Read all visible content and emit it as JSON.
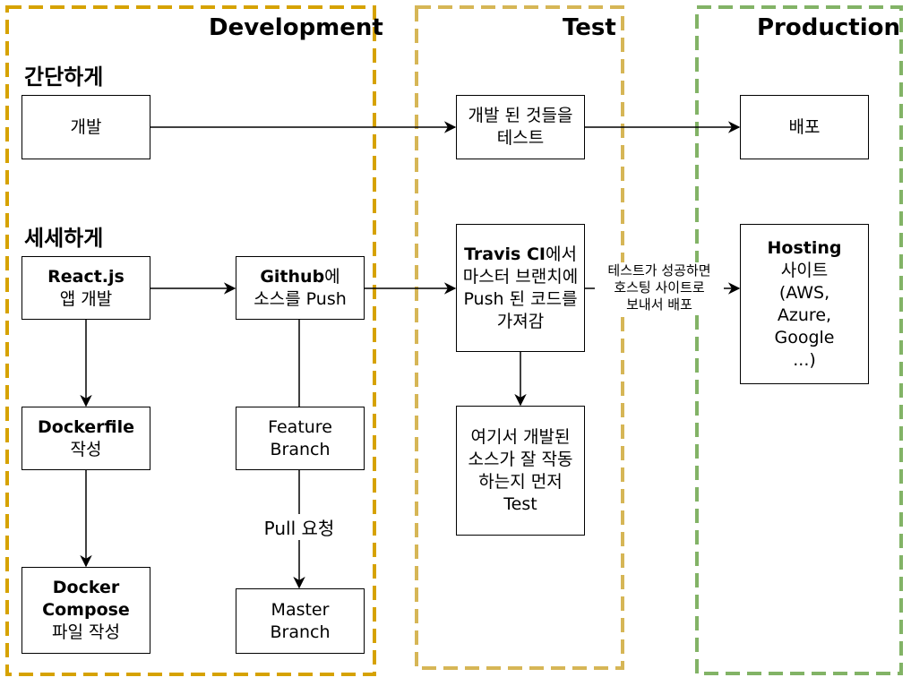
{
  "zones": {
    "development": {
      "title": "Development",
      "color": "#D6A200"
    },
    "test": {
      "title": "Test",
      "color": "#D6B656"
    },
    "production": {
      "title": "Production",
      "color": "#82B366"
    }
  },
  "sections": {
    "simple": "간단하게",
    "detailed": "세세하게"
  },
  "nodes": {
    "dev": {
      "line1": "개발"
    },
    "test_simple": {
      "line1": "개발 된 것들을",
      "line2": "테스트"
    },
    "deploy": {
      "line1": "배포"
    },
    "react": {
      "bold": "React.js",
      "line2": "앱 개발"
    },
    "github": {
      "bold": "Github",
      "suffix": "에",
      "line2": "소스를 Push"
    },
    "travis": {
      "bold": "Travis CI",
      "suffix": "에서",
      "line2": "마스터 브랜치에",
      "line3": "Push 된 코드를",
      "line4": "가져감"
    },
    "hosting": {
      "bold": "Hosting",
      "line2": "사이트",
      "line3": "(AWS,",
      "line4": "Azure,",
      "line5": "Google",
      "line6": "...)"
    },
    "dockerfile": {
      "bold": "Dockerfile",
      "line2": "작성"
    },
    "feature": {
      "line1": "Feature",
      "line2": "Branch"
    },
    "test_here": {
      "line1": "여기서 개발된",
      "line2": "소스가 잘 작동",
      "line3": "하는지 먼저",
      "line4": "Test"
    },
    "compose": {
      "bold1": "Docker",
      "bold2": "Compose",
      "line3": "파일 작성"
    },
    "master": {
      "line1": "Master",
      "line2": "Branch"
    }
  },
  "edges": {
    "pull_request": "Pull 요청",
    "travis_to_hosting": {
      "line1": "테스트가 성공하면",
      "line2": "호스팅 사이트로",
      "line3": "보내서 배포"
    }
  }
}
